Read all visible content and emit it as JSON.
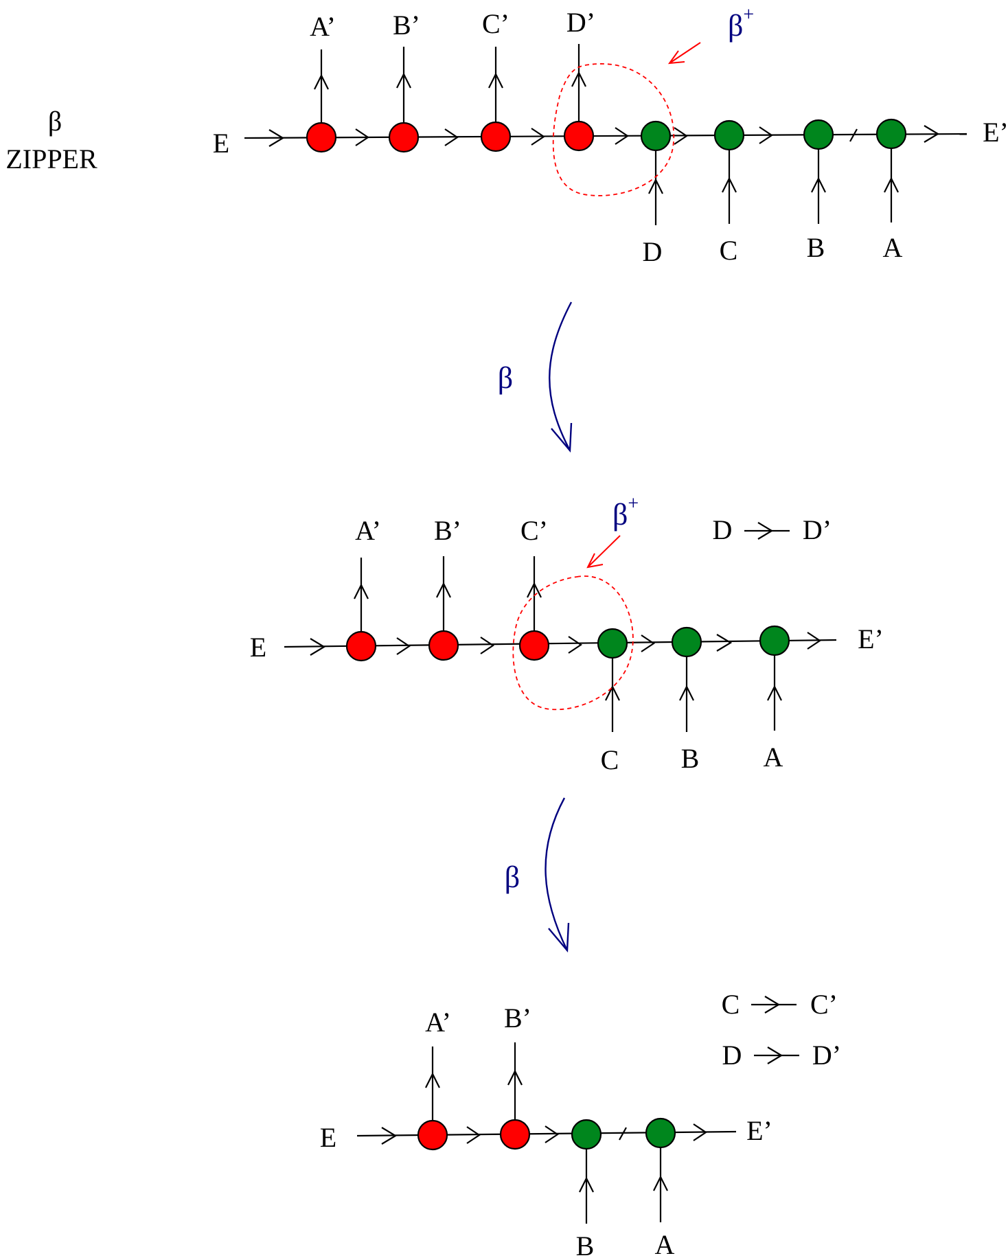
{
  "title": {
    "symbol": "β",
    "word": "ZIPPER"
  },
  "colors": {
    "red_node": "#ff0000",
    "green_node": "#00861d",
    "beta_blue": "#00007f",
    "halo_red": "#ff0000"
  },
  "transition_label": "β",
  "beta_plus": {
    "base": "β",
    "sup": "+"
  },
  "panels": [
    {
      "id": "stage-1",
      "left_end": "E",
      "right_end": "E’",
      "top_labels": [
        "A’",
        "B’",
        "C’",
        "D’"
      ],
      "bottom_labels": [
        "D",
        "C",
        "B",
        "A"
      ],
      "red_count": 4,
      "green_count": 4,
      "rules": []
    },
    {
      "id": "stage-2",
      "left_end": "E",
      "right_end": "E’",
      "top_labels": [
        "A’",
        "B’",
        "C’"
      ],
      "bottom_labels": [
        "C",
        "B",
        "A"
      ],
      "red_count": 3,
      "green_count": 3,
      "rules": [
        {
          "from": "D",
          "to": "D’"
        }
      ]
    },
    {
      "id": "stage-3",
      "left_end": "E",
      "right_end": "E’",
      "top_labels": [
        "A’",
        "B’"
      ],
      "bottom_labels": [
        "B",
        "A"
      ],
      "red_count": 2,
      "green_count": 2,
      "rules": [
        {
          "from": "C",
          "to": "C’"
        },
        {
          "from": "D",
          "to": "D’"
        }
      ]
    }
  ]
}
